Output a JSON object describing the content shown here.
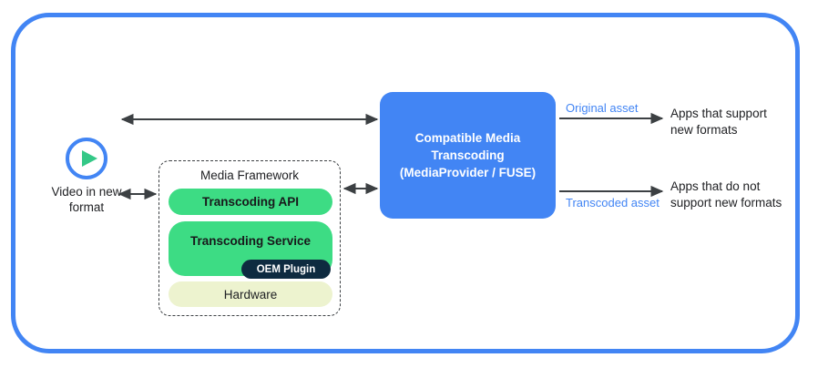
{
  "frame": {
    "border_color": "#4285f4",
    "background": "#ffffff"
  },
  "source": {
    "icon": "play-circle-icon",
    "label": "Video in\nnew format",
    "icon_ring_color": "#4285f4",
    "icon_triangle_color": "#34c887"
  },
  "media_framework": {
    "title": "Media Framework",
    "border_style": "dashed",
    "border_color": "#3c4043",
    "boxes": [
      {
        "label": "Transcoding API",
        "color": "#3ddc84",
        "text_color": "#18181b"
      },
      {
        "label": "Transcoding Service",
        "color": "#3ddc84",
        "text_color": "#18181b"
      },
      {
        "label": "Hardware",
        "color": "#edf3cf",
        "text_color": "#202124"
      }
    ],
    "badge": {
      "label": "OEM Plugin",
      "color": "#0e2b40",
      "text_color": "#ffffff"
    }
  },
  "cmt": {
    "title": "Compatible Media Transcoding (MediaProvider / FUSE)",
    "line1": "Compatible Media",
    "line2": "Transcoding",
    "line3": "(MediaProvider / FUSE)",
    "color": "#4285f4",
    "text_color": "#ffffff"
  },
  "outputs": {
    "original_asset_label": "Original asset",
    "transcoded_asset_label": "Transcoded asset",
    "asset_label_color": "#4285f4",
    "apps_support_label": "Apps that support\nnew formats",
    "apps_no_support_label": "Apps that do not\nsupport new formats",
    "apps_label_color": "#202124"
  },
  "arrows": {
    "color": "#3c4043",
    "items": [
      {
        "name": "source-to-cmt",
        "direction": "bidirectional"
      },
      {
        "name": "source-to-media-framework",
        "direction": "bidirectional"
      },
      {
        "name": "media-framework-to-cmt",
        "direction": "bidirectional"
      },
      {
        "name": "cmt-to-apps-support",
        "direction": "right"
      },
      {
        "name": "cmt-to-apps-no-support",
        "direction": "right"
      }
    ]
  }
}
